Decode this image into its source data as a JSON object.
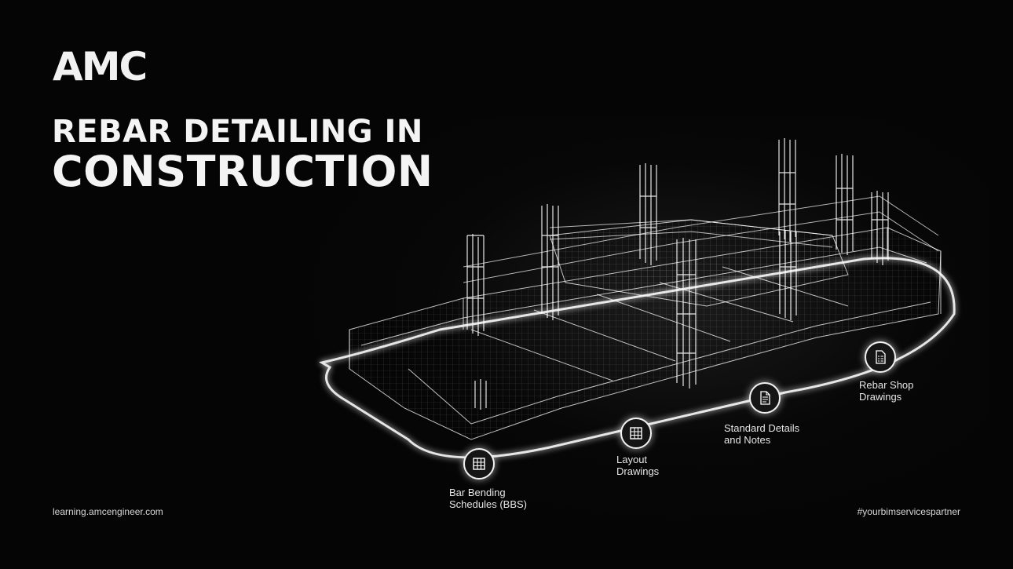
{
  "brand": {
    "logo": "AMC"
  },
  "title": {
    "line1": "REBAR DETAILING IN",
    "line2": "CONSTRUCTION"
  },
  "footer": {
    "url": "learning.amcengineer.com",
    "hashtag": "#yourbimservicespartner"
  },
  "milestones": [
    {
      "label": "Bar Bending\nSchedules (BBS)",
      "icon": "table-grid-icon"
    },
    {
      "label": "Layout\nDrawings",
      "icon": "table-grid-icon"
    },
    {
      "label": "Standard Details\nand Notes",
      "icon": "document-icon"
    },
    {
      "label": "Rebar Shop\nDrawings",
      "icon": "document-list-icon"
    }
  ],
  "colors": {
    "background": "#050505",
    "text": "#f4f4f4",
    "glow": "#ffffff"
  }
}
